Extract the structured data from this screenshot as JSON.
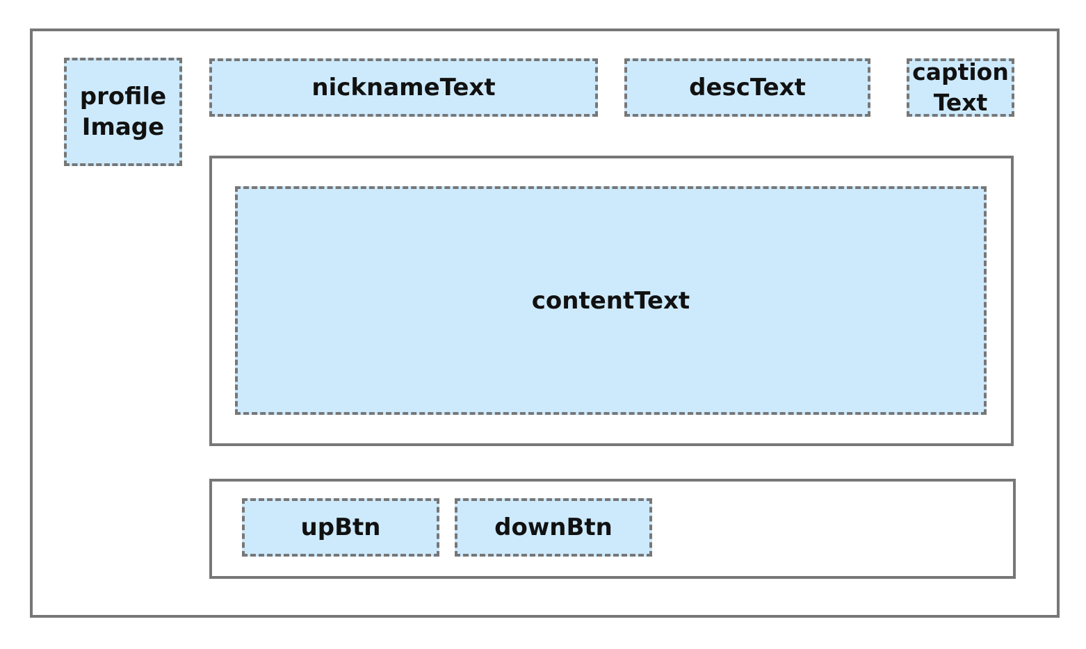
{
  "diagram": {
    "profile": {
      "line1": "profile",
      "line2": "Image"
    },
    "nickname": "nicknameText",
    "desc": "descText",
    "caption": {
      "line1": "caption",
      "line2": "Text"
    },
    "content": "contentText",
    "buttons": {
      "up": "upBtn",
      "down": "downBtn"
    }
  },
  "colors": {
    "frame_border": "#777777",
    "placeholder_fill": "#cdeafd",
    "text": "#111111",
    "background": "#ffffff"
  }
}
